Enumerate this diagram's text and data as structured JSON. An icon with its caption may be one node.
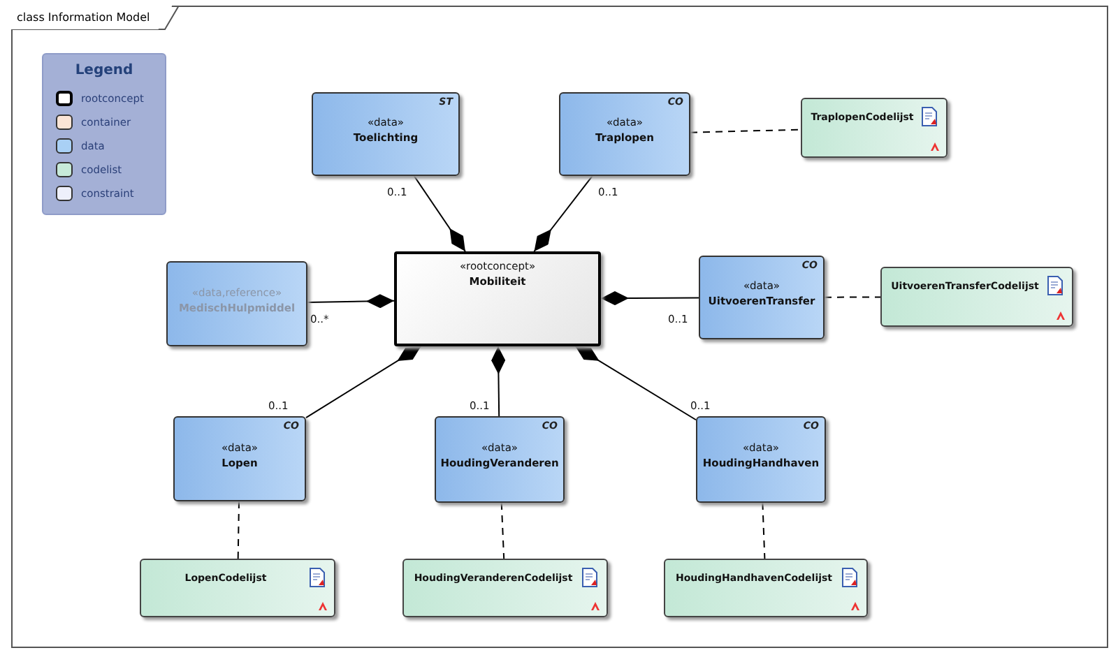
{
  "diagram": {
    "title": "class Information Model",
    "nodes": [
      {
        "text": [
          "ST",
          "«data»",
          "Toelichting"
        ]
      },
      {
        "text": [
          "CO",
          "«data»",
          "Traplopen"
        ]
      },
      {
        "text": [
          "TraplopenCodelijst"
        ]
      },
      {
        "text": [
          "«data,reference»",
          "MedischHulpmiddel"
        ]
      },
      {
        "text": [
          "«rootconcept»",
          "Mobiliteit"
        ]
      },
      {
        "text": [
          "CO",
          "«data»",
          "UitvoerenTransfer"
        ]
      },
      {
        "text": [
          "UitvoerenTransferCodelijst"
        ]
      },
      {
        "text": [
          "CO",
          "«data»",
          "Lopen"
        ]
      },
      {
        "text": [
          "CO",
          "«data»",
          "HoudingVeranderen"
        ]
      },
      {
        "text": [
          "CO",
          "«data»",
          "HoudingHandhaven"
        ]
      },
      {
        "text": [
          "LopenCodelijst"
        ]
      },
      {
        "text": [
          "HoudingVeranderenCodelijst"
        ]
      },
      {
        "text": [
          "HoudingHandhavenCodelijst"
        ]
      }
    ],
    "edges": [
      {
        "from": 0,
        "to": 4,
        "arrow": "other",
        "label": "0..1"
      },
      {
        "from": 1,
        "to": 4,
        "arrow": "other",
        "label": "0..1"
      },
      {
        "from": 1,
        "to": 2,
        "arrow": "none",
        "style": "dashed"
      },
      {
        "from": 3,
        "to": 4,
        "arrow": "other",
        "label": "0..*"
      },
      {
        "from": 5,
        "to": 4,
        "arrow": "other",
        "label": "0..1"
      },
      {
        "from": 5,
        "to": 6,
        "arrow": "none",
        "style": "dashed"
      },
      {
        "from": 7,
        "to": 4,
        "arrow": "other",
        "label": "0..1"
      },
      {
        "from": 8,
        "to": 4,
        "arrow": "other",
        "label": "0..1"
      },
      {
        "from": 9,
        "to": 4,
        "arrow": "other",
        "label": "0..1"
      },
      {
        "from": 7,
        "to": 10,
        "arrow": "none",
        "style": "dashed"
      },
      {
        "from": 8,
        "to": 11,
        "arrow": "none",
        "style": "dashed"
      },
      {
        "from": 9,
        "to": 12,
        "arrow": "none",
        "style": "dashed"
      }
    ],
    "labels": [
      "Legend"
    ],
    "legend": [
      {
        "text": "rootconcept",
        "color": "#ffffff"
      },
      {
        "text": "container",
        "color": "#fbe5d6"
      },
      {
        "text": "data",
        "color": "#a9d0f5"
      },
      {
        "text": "codelist",
        "color": "#c7ead9"
      },
      {
        "text": "constraint",
        "color": "#eef0fb"
      }
    ]
  }
}
